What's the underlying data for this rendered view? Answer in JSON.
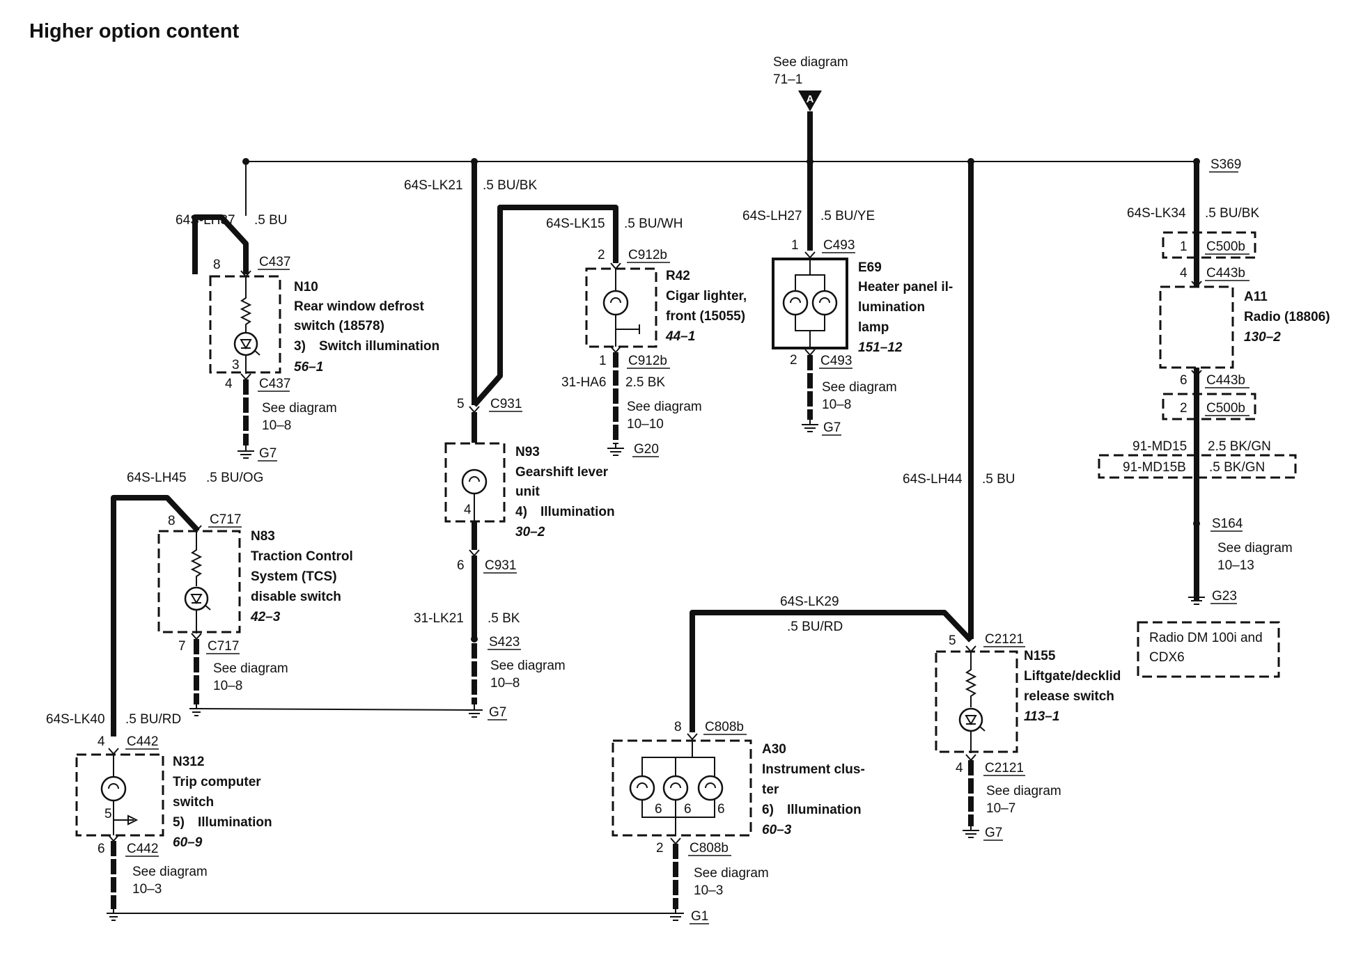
{
  "title": "Higher option content",
  "colors": {
    "wire": "#111111",
    "background": "#ffffff"
  },
  "feed": {
    "see": "See diagram",
    "ref": "71–1",
    "connector_letter": "A",
    "splice": "S369"
  },
  "n10": {
    "wire_top": "64S-LH37",
    "wire_top_spec": ".5 BU",
    "pin_top": "8",
    "conn_top": "C437",
    "code": "N10",
    "line1": "Rear window defrost",
    "line2": "switch (18578)",
    "func_num": "3)",
    "func": "Switch illumination",
    "ref": "56–1",
    "lamp_pin": "3",
    "pin_bot": "4",
    "conn_bot": "C437",
    "see": "See diagram",
    "see_ref": "10–8",
    "ground": "G7"
  },
  "n83": {
    "wire_top": "64S-LH45",
    "wire_top_spec": ".5 BU/OG",
    "pin_top": "8",
    "conn_top": "C717",
    "code": "N83",
    "line1": "Traction Control",
    "line2": "System (TCS)",
    "line3": "disable switch",
    "ref": "42–3",
    "pin_bot": "7",
    "conn_bot": "C717",
    "see": "See diagram",
    "see_ref": "10–8"
  },
  "n312": {
    "wire_top": "64S-LK40",
    "wire_top_spec": ".5 BU/RD",
    "pin_top": "4",
    "conn_top": "C442",
    "code": "N312",
    "line1": "Trip computer",
    "line2": "switch",
    "func_num": "5)",
    "func": "Illumination",
    "ref": "60–9",
    "lamp_pin": "5",
    "pin_bot": "6",
    "conn_bot": "C442",
    "see": "See diagram",
    "see_ref": "10–3"
  },
  "n93": {
    "wire_top": "64S-LK21",
    "wire_top_spec": ".5 BU/BK",
    "pin_top": "5",
    "conn_top": "C931",
    "code": "N93",
    "line1": "Gearshift lever",
    "line2": "unit",
    "func_num": "4)",
    "func": "Illumination",
    "ref": "30–2",
    "lamp_pin": "4",
    "pin_bot": "6",
    "conn_bot": "C931",
    "wire_bot": "31-LK21",
    "wire_bot_spec": ".5 BK",
    "splice": "S423",
    "see": "See diagram",
    "see_ref": "10–8",
    "ground": "G7"
  },
  "r42": {
    "wire_top": "64S-LK15",
    "wire_top_spec": ".5 BU/WH",
    "pin_top": "2",
    "conn_top": "C912b",
    "code": "R42",
    "line1": "Cigar lighter,",
    "line2": "front (15055)",
    "ref": "44–1",
    "pin_bot": "1",
    "conn_bot": "C912b",
    "wire_bot": "31-HA6",
    "wire_bot_spec": "2.5 BK",
    "see": "See diagram",
    "see_ref": "10–10",
    "ground": "G20"
  },
  "e69": {
    "wire_top": "64S-LH27",
    "wire_top_spec": ".5 BU/YE",
    "pin_top": "1",
    "conn_top": "C493",
    "code": "E69",
    "line1": "Heater panel il-",
    "line2": "lumination",
    "line3": "lamp",
    "ref": "151–12",
    "pin_bot": "2",
    "conn_bot": "C493",
    "see": "See diagram",
    "see_ref": "10–8",
    "ground": "G7"
  },
  "a30": {
    "wire_top": "64S-LK29",
    "wire_top_spec": ".5 BU/RD",
    "pin_top": "8",
    "conn_top": "C808b",
    "code": "A30",
    "line1": "Instrument clus-",
    "line2": "ter",
    "func_num": "6)",
    "func": "Illumination",
    "ref": "60–3",
    "lamp_pin": "6",
    "pin_bot": "2",
    "conn_bot": "C808b",
    "see": "See diagram",
    "see_ref": "10–3",
    "ground": "G1"
  },
  "n155": {
    "wire_top": "64S-LH44",
    "wire_top_spec": ".5 BU",
    "pin_top": "5",
    "conn_top": "C2121",
    "code": "N155",
    "line1": "Liftgate/decklid",
    "line2": "release switch",
    "ref": "113–1",
    "pin_bot": "4",
    "conn_bot": "C2121",
    "see": "See diagram",
    "see_ref": "10–7",
    "ground": "G7"
  },
  "a11": {
    "wire_top": "64S-LK34",
    "wire_top_spec": ".5 BU/BK",
    "c500_pin1": "1",
    "c500": "C500b",
    "pin_top": "4",
    "conn_top": "C443b",
    "code": "A11",
    "line1": "Radio (18806)",
    "ref": "130–2",
    "pin_bot": "6",
    "conn_bot": "C443b",
    "c500_pin2": "2",
    "wire_bot": "91-MD15",
    "wire_bot_spec": "2.5 BK/GN",
    "wire_bot_alt": "91-MD15B",
    "wire_bot_alt_spec": ".5 BK/GN",
    "splice": "S164",
    "see": "See diagram",
    "see_ref": "10–13",
    "ground": "G23",
    "note_line1": "Radio DM 100i and",
    "note_line2": "CDX6"
  }
}
